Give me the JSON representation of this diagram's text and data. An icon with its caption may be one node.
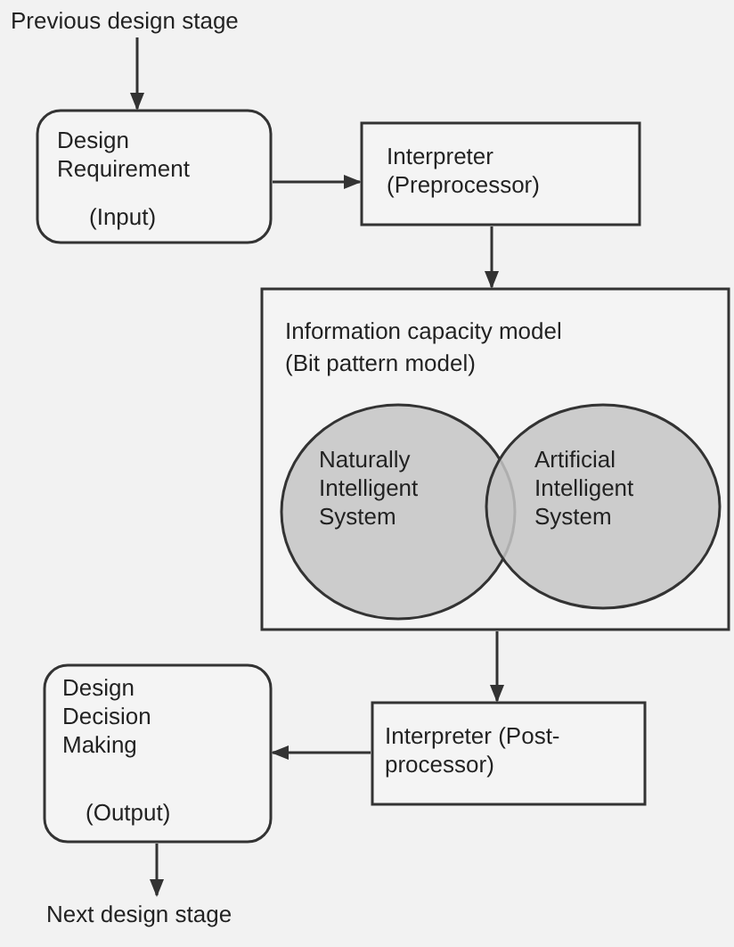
{
  "diagram": {
    "nodes": [
      {
        "text": [
          "Previous design stage"
        ]
      },
      {
        "text": [
          "Design Requirement",
          "(Input)"
        ]
      },
      {
        "text": [
          "Interpreter (Preprocessor)"
        ]
      },
      {
        "text": [
          "Information capacity model",
          "(Bit pattern model)"
        ]
      },
      {
        "text": [
          "Naturally Intelligent System"
        ],
        "in": 3
      },
      {
        "text": [
          "Artificial Intelligent System"
        ],
        "in": 3
      },
      {
        "text": [
          "Design Decision Making",
          "(Output)"
        ]
      },
      {
        "text": [
          "Interpreter (Post-processor)"
        ]
      },
      {
        "text": [
          "Next design stage"
        ]
      }
    ],
    "edges": [
      {
        "from": 0,
        "to": 1,
        "arrow": "to"
      },
      {
        "from": 1,
        "to": 2,
        "arrow": "to"
      },
      {
        "from": 2,
        "to": 3,
        "arrow": "to"
      },
      {
        "from": 3,
        "to": 7,
        "arrow": "to"
      },
      {
        "from": 7,
        "to": 6,
        "arrow": "to"
      },
      {
        "from": 6,
        "to": 8,
        "arrow": "to"
      }
    ]
  }
}
